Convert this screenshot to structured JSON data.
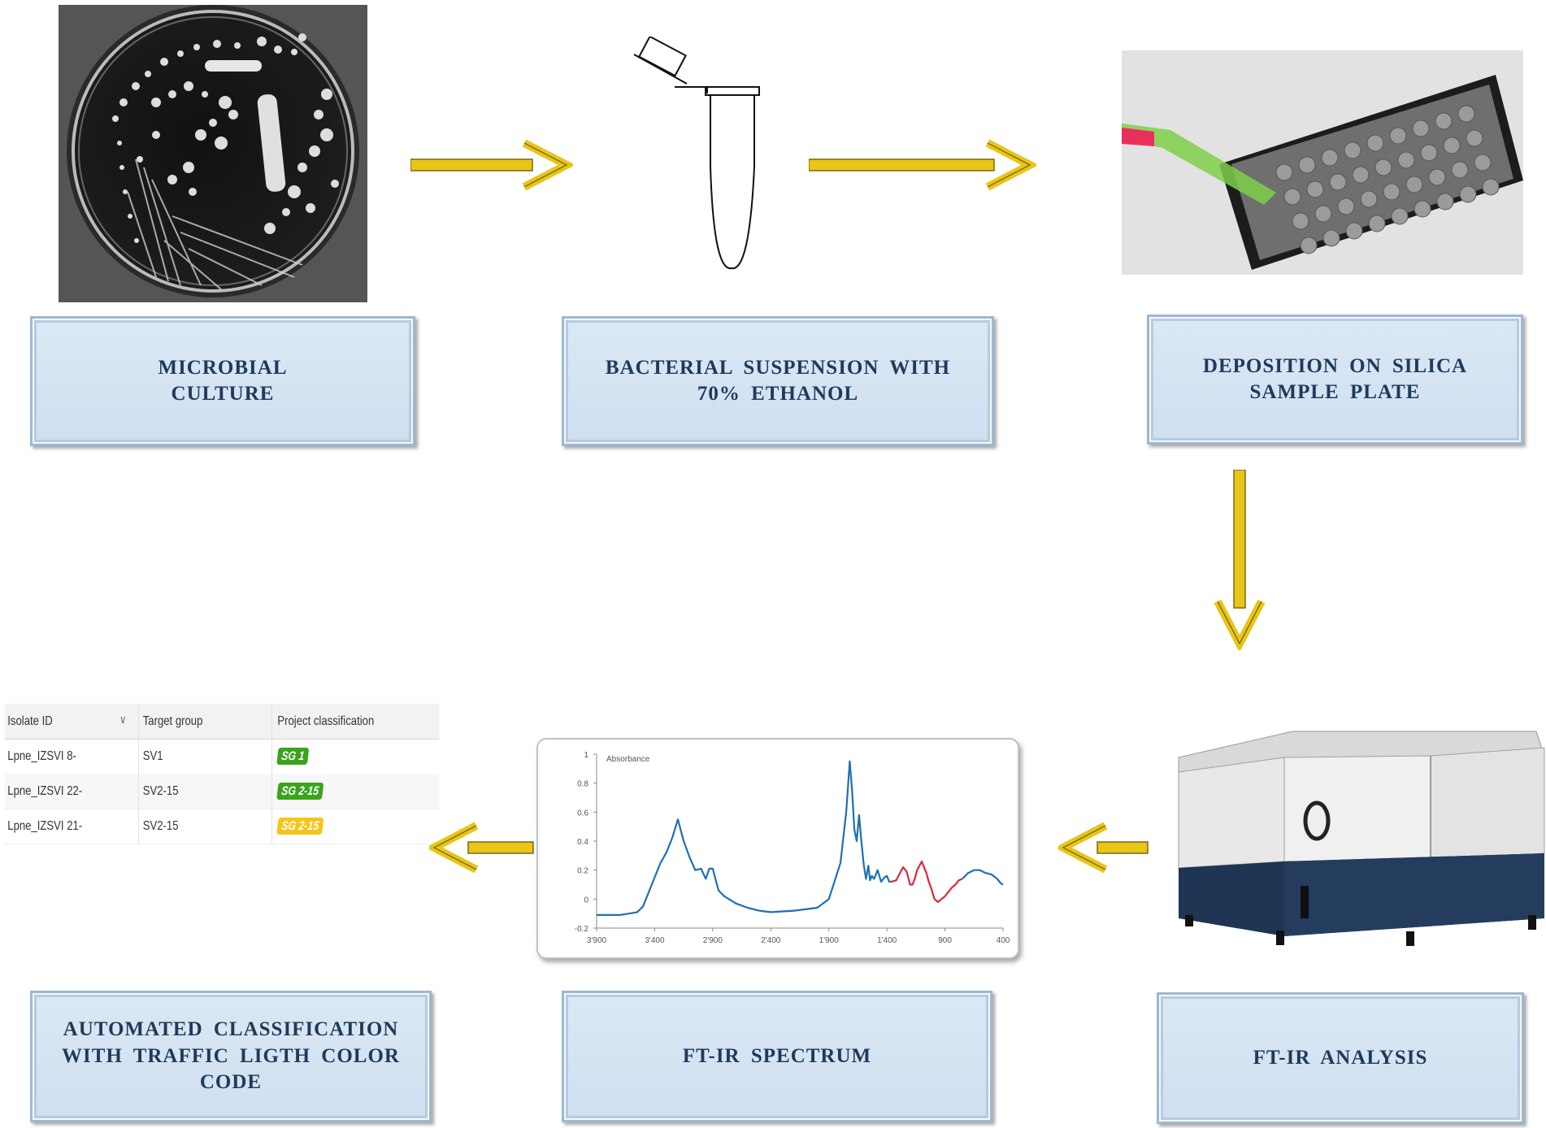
{
  "steps": {
    "culture": "MICROBIAL\nCULTURE",
    "suspension": "BACTERIAL SUSPENSION WITH\n70% ETHANOL",
    "deposition": "DEPOSITION ON SILICA\nSAMPLE PLATE",
    "analysis": "FT-IR ANALYSIS",
    "spectrum": "FT-IR SPECTRUM",
    "classification": "AUTOMATED CLASSIFICATION\nWITH TRAFFIC LIGTH COLOR\nCODE"
  },
  "table": {
    "headers": [
      "Isolate ID",
      "Target group",
      "Project classification"
    ],
    "rows": [
      {
        "id": "Lpne_IZSVI 8-",
        "group": "SV1",
        "class": "SG 1",
        "color": "#3aa31e"
      },
      {
        "id": "Lpne_IZSVI 22-",
        "group": "SV2-15",
        "class": "SG 2-15",
        "color": "#3aa31e"
      },
      {
        "id": "Lpne_IZSVI 21-",
        "group": "SV2-15",
        "class": "SG 2-15",
        "color": "#f5c61a"
      }
    ]
  },
  "chart_data": {
    "type": "line",
    "ylabel": "Absorbance",
    "x_ticks": [
      "3'900",
      "3'400",
      "2'900",
      "2'400",
      "1'900",
      "1'400",
      "900",
      "400"
    ],
    "y_ticks": [
      "1",
      "0.8",
      "0.6",
      "0.4",
      "0.2",
      "0",
      "-0.2"
    ],
    "xlim": [
      3900,
      400
    ],
    "ylim": [
      -0.2,
      1
    ],
    "series": [
      {
        "color": "#1f6fb2",
        "x": [
          3900,
          3700,
          3550,
          3500,
          3450,
          3400,
          3350,
          3300,
          3250,
          3200,
          3150,
          3100,
          3050,
          3000,
          2960,
          2930,
          2900,
          2870,
          2850,
          2800,
          2700,
          2600,
          2500,
          2400,
          2200,
          2000,
          1900,
          1800,
          1750,
          1720,
          1700,
          1680,
          1660,
          1640,
          1620,
          1600,
          1580,
          1560,
          1545,
          1530,
          1510,
          1480,
          1450,
          1420,
          1400,
          1380,
          1360
        ],
        "y": [
          -0.11,
          -0.11,
          -0.09,
          -0.05,
          0.05,
          0.15,
          0.25,
          0.32,
          0.42,
          0.55,
          0.4,
          0.29,
          0.2,
          0.21,
          0.14,
          0.21,
          0.21,
          0.12,
          0.06,
          0.02,
          -0.03,
          -0.06,
          -0.08,
          -0.09,
          -0.08,
          -0.06,
          0.0,
          0.25,
          0.6,
          0.95,
          0.75,
          0.48,
          0.4,
          0.58,
          0.4,
          0.24,
          0.14,
          0.23,
          0.13,
          0.16,
          0.14,
          0.2,
          0.12,
          0.15,
          0.16,
          0.12,
          0.12
        ]
      },
      {
        "color": "#d42a3a",
        "x": [
          1360,
          1320,
          1300,
          1260,
          1230,
          1200,
          1180,
          1160,
          1140,
          1100,
          1060,
          1040,
          1020,
          990,
          960,
          930,
          900,
          870,
          840,
          810,
          780,
          750
        ],
        "y": [
          0.12,
          0.13,
          0.16,
          0.22,
          0.19,
          0.1,
          0.1,
          0.14,
          0.2,
          0.26,
          0.18,
          0.12,
          0.08,
          0.0,
          -0.02,
          0.0,
          0.02,
          0.05,
          0.08,
          0.1,
          0.13,
          0.14
        ]
      },
      {
        "color": "#1f6fb2",
        "x": [
          750,
          700,
          650,
          600,
          550,
          500,
          450,
          420,
          400
        ],
        "y": [
          0.14,
          0.18,
          0.2,
          0.2,
          0.18,
          0.17,
          0.14,
          0.11,
          0.1
        ]
      }
    ]
  }
}
